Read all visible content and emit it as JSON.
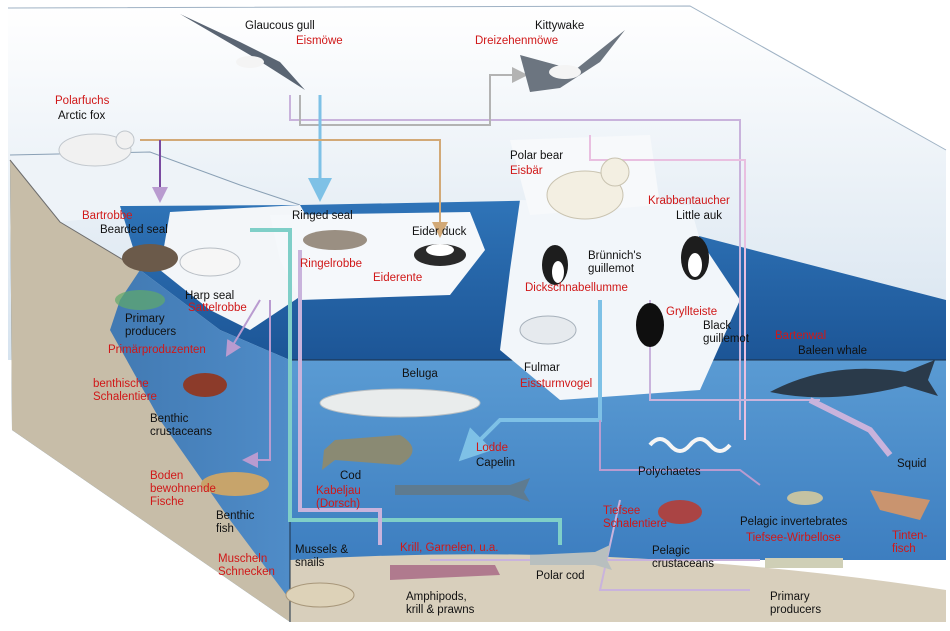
{
  "colors": {
    "german_label": "#d01818",
    "english_label": "#111111",
    "sky": "#dfe9f2",
    "sea_surface": "#3f7fbf",
    "deep_sea": "#1f5a99",
    "ice": "#f2f6fa",
    "seabed": "#c9beaa"
  },
  "species": {
    "glaucous_gull": {
      "en": "Glaucous gull",
      "de": "Eismöwe",
      "icon": "gull-icon"
    },
    "kittiwake": {
      "en": "Kittywake",
      "de": "Dreizehenmöwe",
      "icon": "gull-icon"
    },
    "arctic_fox": {
      "en": "Arctic fox",
      "de": "Polarfuchs",
      "icon": "fox-icon"
    },
    "polar_bear": {
      "en": "Polar bear",
      "de": "Eisbär",
      "icon": "bear-icon"
    },
    "bearded_seal": {
      "en": "Bearded seal",
      "de": "Bartrobbe",
      "icon": "seal-icon"
    },
    "ringed_seal": {
      "en": "Ringed seal",
      "de": "Ringelrobbe",
      "icon": "seal-icon"
    },
    "harp_seal": {
      "en": "Harp seal",
      "de": "Sattelrobbe",
      "icon": "seal-icon"
    },
    "eider_duck": {
      "en": "Eider duck",
      "de": "Eiderente",
      "icon": "duck-icon"
    },
    "little_auk": {
      "en": "Little auk",
      "de": "Krabbentaucher",
      "icon": "auk-icon"
    },
    "brunnichs_guillemot": {
      "en": "Brünnich's\nguillemot",
      "de": "Dickschnabellumme",
      "icon": "guillemot-icon"
    },
    "black_guillemot": {
      "en": "Black\nguillemot",
      "de": "Gryllteiste",
      "icon": "guillemot-icon"
    },
    "fulmar": {
      "en": "Fulmar",
      "de": "Eissturmvogel",
      "icon": "fulmar-icon"
    },
    "primary_producers_surface": {
      "en": "Primary\nproducers",
      "de": "Primärproduzenten"
    },
    "baleen_whale": {
      "en": "Baleen whale",
      "de": "Bartenwal",
      "icon": "whale-icon"
    },
    "beluga": {
      "en": "Beluga",
      "icon": "beluga-icon"
    },
    "benthic_crustaceans": {
      "en": "Benthic\ncrustaceans",
      "de": "benthische\nSchalentiere",
      "icon": "crab-icon"
    },
    "cod": {
      "en": "Cod",
      "de": "Kabeljau\n(Dorsch)",
      "icon": "fish-icon"
    },
    "capelin": {
      "en": "Capelin",
      "de": "Lodde",
      "icon": "fish-icon"
    },
    "benthic_fish": {
      "en": "Benthic\nfish",
      "de": "Boden\nbewohnende\nFische",
      "icon": "flatfish-icon"
    },
    "polychaetes": {
      "en": "Polychaetes",
      "icon": "worm-icon"
    },
    "squid": {
      "en": "Squid",
      "de": "Tinten-\nfisch",
      "icon": "squid-icon"
    },
    "pelagic_invertebrates": {
      "en": "Pelagic invertebrates",
      "de": "Tiefsee-Wirbellose",
      "icon": "jellyfish-icon"
    },
    "pelagic_crustaceans": {
      "en": "Pelagic\ncrustaceans",
      "de": "Tiefsee\nSchalentiere",
      "icon": "spider-crab-icon"
    },
    "mussels_snails": {
      "en": "Mussels &\nsnails",
      "de": "Muscheln\nSchnecken",
      "icon": "shell-icon"
    },
    "amphipods": {
      "en": "Amphipods,\nkrill & prawns",
      "de": "Krill, Garnelen, u.a.",
      "icon": "shrimp-icon"
    },
    "polar_cod": {
      "en": "Polar cod",
      "icon": "fish-icon"
    },
    "primary_producers_deep": {
      "en": "Primary\nproducers",
      "icon": "plankton-icon"
    }
  }
}
